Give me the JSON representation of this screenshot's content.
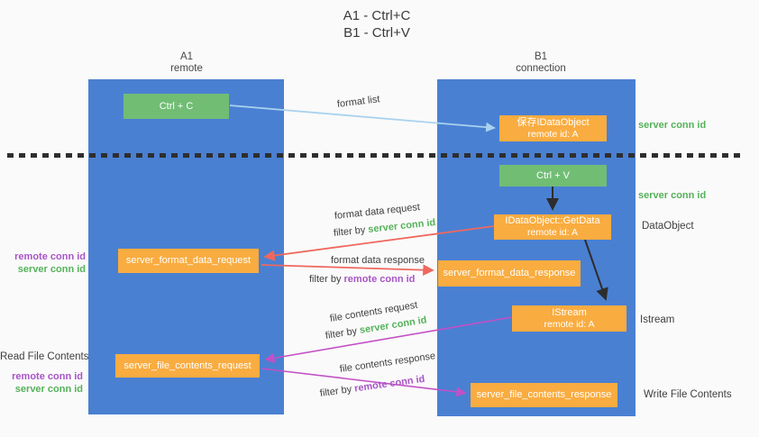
{
  "title": {
    "line1": "A1 - Ctrl+C",
    "line2": "B1 - Ctrl+V"
  },
  "columns": {
    "left": {
      "id": "A1",
      "role": "remote"
    },
    "right": {
      "id": "B1",
      "role": "connection"
    }
  },
  "nodes": {
    "ctrl_c": {
      "label": "Ctrl + C"
    },
    "save_idataobject": {
      "line1": "保存IDataObject",
      "line2": "remote id: A"
    },
    "ctrl_v": {
      "label": "Ctrl + V"
    },
    "getdata": {
      "line1": "IDataObject::GetData",
      "line2": "remote id: A"
    },
    "server_format_data_request": {
      "label": "server_format_data_request"
    },
    "server_format_data_response": {
      "label": "server_format_data_response"
    },
    "istream": {
      "line1": "IStream",
      "line2": "remote id: A"
    },
    "server_file_contents_request": {
      "label": "server_file_contents_request"
    },
    "server_file_contents_response": {
      "label": "server_file_contents_response"
    }
  },
  "flow_labels": {
    "format_list": "format list",
    "format_data_request": "format data request",
    "format_data_response": "format data response",
    "file_contents_request": "file contents request",
    "file_contents_response": "file contents response",
    "filter_by": "filter by",
    "server_conn_id": "server conn id",
    "remote_conn_id": "remote conn id"
  },
  "side_labels": {
    "server_conn_id_top": "server conn id",
    "server_conn_id_mid": "server conn id",
    "dataobject": "DataObject",
    "istream": "Istream",
    "read_file_contents": "Read File Contents",
    "write_file_contents": "Write File Contents",
    "remote_conn_id": "remote conn id",
    "server_conn_id": "server conn id"
  },
  "colors": {
    "column_blue": "#4a80d2",
    "box_green": "#71bd74",
    "box_orange": "#f9ac40",
    "text_green": "#55b25a",
    "text_purple": "#a855c8",
    "arrow_red": "#ee685e",
    "arrow_magenta": "#c350c6",
    "arrow_lightblue": "#a8d2ee",
    "arrow_black": "#2d2d2d"
  }
}
